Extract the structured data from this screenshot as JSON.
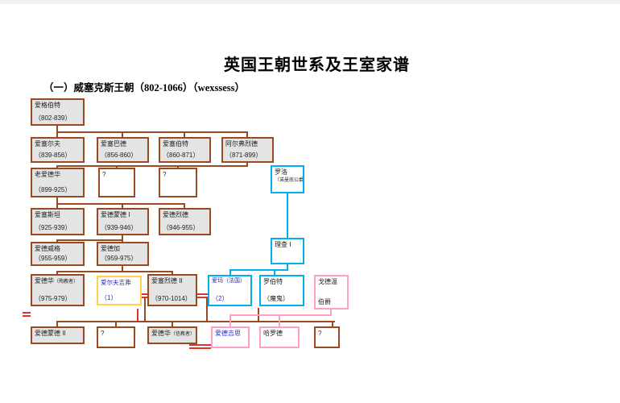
{
  "page": {
    "title": "英国王朝世系及王室家谱",
    "subtitle": "（一）威塞克斯王朝（802-1066）（wexssess）"
  },
  "colors": {
    "wessex_border": "#9a4a22",
    "node_fill": "#e4e4e4",
    "normandy": "#00b0f0",
    "godwin": "#ff9fc7",
    "marriage": "#e03030",
    "highlight": "#ffd24a",
    "blue_text": "#2b2bbb"
  },
  "tree": {
    "nodes": {
      "egbert": {
        "name": "爱格伯特",
        "dates": "（802-839）"
      },
      "aethelwulf": {
        "name": "爱塞尔夫",
        "dates": "（839-856）"
      },
      "aethelbald": {
        "name": "爱塞巴德",
        "dates": "（856-860）"
      },
      "aethelberht": {
        "name": "爱塞伯特",
        "dates": "（860-871）"
      },
      "alfred": {
        "name": "阿尔弗烈德",
        "dates": "（871-899）"
      },
      "edward_elder": {
        "name": "老爱德华",
        "dates": "（899-925）"
      },
      "unknown1": {
        "name": "?"
      },
      "unknown2": {
        "name": "?"
      },
      "rollo": {
        "name": "罗洛",
        "sub": "（诺曼底公爵）"
      },
      "aethelstan": {
        "name": "爱塞斯坦",
        "dates": "（925-939）"
      },
      "edmund1": {
        "name": "爱德蒙德 I",
        "dates": "（939-946）"
      },
      "eadred": {
        "name": "爱德烈德",
        "dates": "（946-955）"
      },
      "eadwig": {
        "name": "爱德威格",
        "dates": "（955-959）"
      },
      "edgar": {
        "name": "爱德加",
        "dates": "（959-975）"
      },
      "richard1": {
        "name": "理查 I"
      },
      "edward_martyr": {
        "name": "爱德华",
        "epithet": "（殉教者）",
        "dates": "（975-979）"
      },
      "aelfgifu": {
        "name": "爱尔夫吉弗",
        "dates": "（1）"
      },
      "aethelred2": {
        "name": "爱塞烈德 II",
        "dates": "（970-1014）"
      },
      "emma": {
        "name": "爱玛（法国）",
        "dates": "（2）"
      },
      "robert": {
        "name": "罗伯特",
        "dates": "（魔鬼）"
      },
      "godwin": {
        "name": "戈德温",
        "dates": "伯爵"
      },
      "edmund2": {
        "name": "爱德蒙德 II"
      },
      "unknown3": {
        "name": "?"
      },
      "edward_confessor": {
        "name": "爱德华",
        "epithet": "（信教者）"
      },
      "edith": {
        "name": "爱德吉思"
      },
      "harold": {
        "name": "哈罗德"
      },
      "unknown4": {
        "name": "?"
      }
    }
  }
}
